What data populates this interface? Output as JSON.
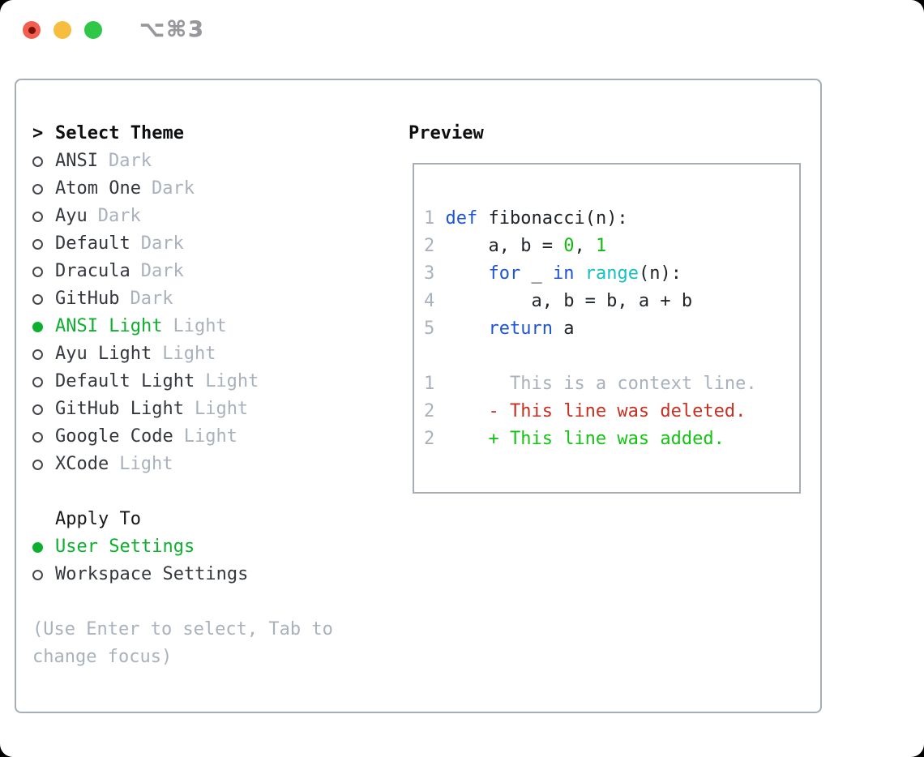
{
  "window": {
    "title": "⌥⌘3"
  },
  "theme_panel": {
    "header_marker": ">",
    "header_label": "Select Theme",
    "themes": [
      {
        "name": "ANSI",
        "variant": "Dark",
        "selected": false
      },
      {
        "name": "Atom One",
        "variant": "Dark",
        "selected": false
      },
      {
        "name": "Ayu",
        "variant": "Dark",
        "selected": false
      },
      {
        "name": "Default",
        "variant": "Dark",
        "selected": false
      },
      {
        "name": "Dracula",
        "variant": "Dark",
        "selected": false
      },
      {
        "name": "GitHub",
        "variant": "Dark",
        "selected": false
      },
      {
        "name": "ANSI Light",
        "variant": "Light",
        "selected": true
      },
      {
        "name": "Ayu Light",
        "variant": "Light",
        "selected": false
      },
      {
        "name": "Default Light",
        "variant": "Light",
        "selected": false
      },
      {
        "name": "GitHub Light",
        "variant": "Light",
        "selected": false
      },
      {
        "name": "Google Code",
        "variant": "Light",
        "selected": false
      },
      {
        "name": "XCode",
        "variant": "Light",
        "selected": false
      }
    ],
    "apply_to_label": "Apply To",
    "apply_options": [
      {
        "name": "User Settings",
        "selected": true
      },
      {
        "name": "Workspace Settings",
        "selected": false
      }
    ],
    "help": [
      "(Use Enter to select, Tab to",
      "change focus)"
    ]
  },
  "preview": {
    "label": "Preview",
    "lines": [
      {
        "segments": []
      },
      {
        "segments": [
          {
            "text": "1 ",
            "color": "lineno"
          },
          {
            "text": "def",
            "color": "kw"
          },
          {
            "text": " fibonacci(n):",
            "color": "fg"
          }
        ]
      },
      {
        "segments": [
          {
            "text": "2 ",
            "color": "lineno"
          },
          {
            "text": "    a, b = ",
            "color": "fg"
          },
          {
            "text": "0",
            "color": "lit"
          },
          {
            "text": ", ",
            "color": "fg"
          },
          {
            "text": "1",
            "color": "lit"
          }
        ]
      },
      {
        "segments": [
          {
            "text": "3 ",
            "color": "lineno"
          },
          {
            "text": "    ",
            "color": "fg"
          },
          {
            "text": "for",
            "color": "kw"
          },
          {
            "text": " _ ",
            "color": "fg"
          },
          {
            "text": "in",
            "color": "kw"
          },
          {
            "text": " ",
            "color": "fg"
          },
          {
            "text": "range",
            "color": "fn"
          },
          {
            "text": "(n):",
            "color": "fg"
          }
        ]
      },
      {
        "segments": [
          {
            "text": "4 ",
            "color": "lineno"
          },
          {
            "text": "        a, b = b, a + b",
            "color": "fg"
          }
        ]
      },
      {
        "segments": [
          {
            "text": "5 ",
            "color": "lineno"
          },
          {
            "text": "    ",
            "color": "fg"
          },
          {
            "text": "return",
            "color": "kw"
          },
          {
            "text": " a",
            "color": "fg"
          }
        ]
      },
      {
        "segments": []
      },
      {
        "segments": [
          {
            "text": "1 ",
            "color": "lineno"
          },
          {
            "text": "      This is a context line.",
            "color": "ctx"
          }
        ]
      },
      {
        "segments": [
          {
            "text": "2 ",
            "color": "lineno"
          },
          {
            "text": "    - This line was deleted.",
            "color": "del"
          }
        ]
      },
      {
        "segments": [
          {
            "text": "2 ",
            "color": "lineno"
          },
          {
            "text": "    + This line was added.",
            "color": "add"
          }
        ]
      }
    ]
  },
  "colors": {
    "selection_green": "#0db02e",
    "keyword_blue": "#1e55d4",
    "function_cyan": "#16bfc4",
    "literal_green": "#12ba12",
    "diff_red": "#c62f21",
    "diff_green": "#14c314",
    "muted_gray": "#a9b1bd",
    "border_gray": "#a6adb7",
    "traffic_red": "#f35e51",
    "traffic_red_dot": "#76110a",
    "traffic_yellow": "#f6bd40",
    "traffic_green": "#2ec748"
  }
}
